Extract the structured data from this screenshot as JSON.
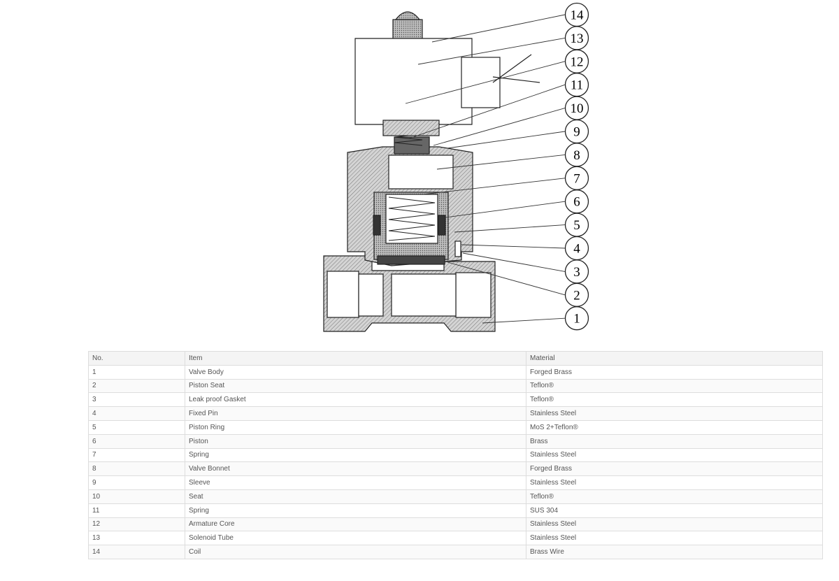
{
  "diagram": {
    "callouts": [
      "14",
      "13",
      "12",
      "11",
      "10",
      "9",
      "8",
      "7",
      "6",
      "5",
      "4",
      "3",
      "2",
      "1"
    ]
  },
  "table": {
    "headers": {
      "no": "No.",
      "item": "Item",
      "material": "Material"
    },
    "rows": [
      {
        "no": "1",
        "item": "Valve Body",
        "material": "Forged Brass"
      },
      {
        "no": "2",
        "item": "Piston Seat",
        "material": "Teflon®"
      },
      {
        "no": "3",
        "item": "Leak proof Gasket",
        "material": "Teflon®"
      },
      {
        "no": "4",
        "item": "Fixed Pin",
        "material": "Stainless Steel"
      },
      {
        "no": "5",
        "item": "Piston Ring",
        "material": "MoS 2+Teflon®"
      },
      {
        "no": "6",
        "item": "Piston",
        "material": "Brass"
      },
      {
        "no": "7",
        "item": "Spring",
        "material": "Stainless Steel"
      },
      {
        "no": "8",
        "item": "Valve Bonnet",
        "material": "Forged Brass"
      },
      {
        "no": "9",
        "item": "Sleeve",
        "material": "Stainless Steel"
      },
      {
        "no": "10",
        "item": "Seat",
        "material": "Teflon®"
      },
      {
        "no": "11",
        "item": "Spring",
        "material": "SUS 304"
      },
      {
        "no": "12",
        "item": "Armature Core",
        "material": "Stainless Steel"
      },
      {
        "no": "13",
        "item": "Solenoid Tube",
        "material": "Stainless Steel"
      },
      {
        "no": "14",
        "item": "Coil",
        "material": "Brass Wire"
      }
    ]
  }
}
